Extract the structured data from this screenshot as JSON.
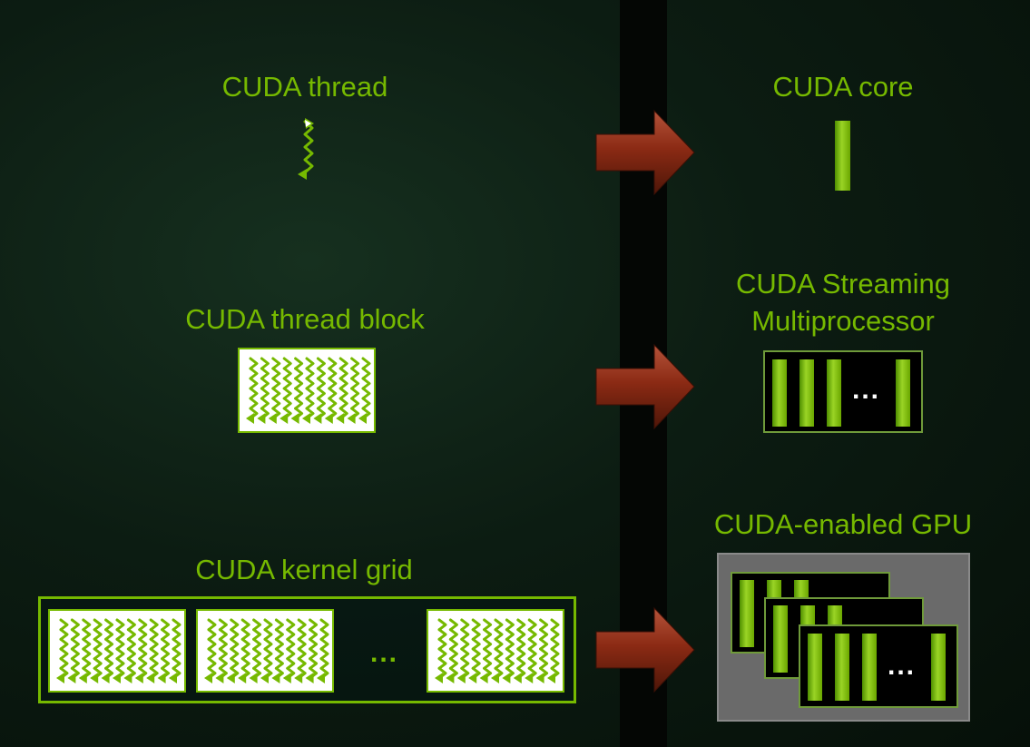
{
  "software": {
    "thread_label": "CUDA thread",
    "block_label": "CUDA thread block",
    "grid_label": "CUDA kernel grid",
    "grid_ellipsis": "..."
  },
  "hardware": {
    "core_label": "CUDA core",
    "sm_label_line1": "CUDA Streaming",
    "sm_label_line2": "Multiprocessor",
    "sm_ellipsis": "...",
    "gpu_label": "CUDA-enabled GPU",
    "gpu_ellipsis": "..."
  },
  "colors": {
    "accent": "#76b900",
    "arrow": "#8b2a14",
    "background": "#0c1c12"
  },
  "icons": [
    "thread-wave-icon",
    "mapping-arrow-icon",
    "cuda-core-bar-icon"
  ]
}
